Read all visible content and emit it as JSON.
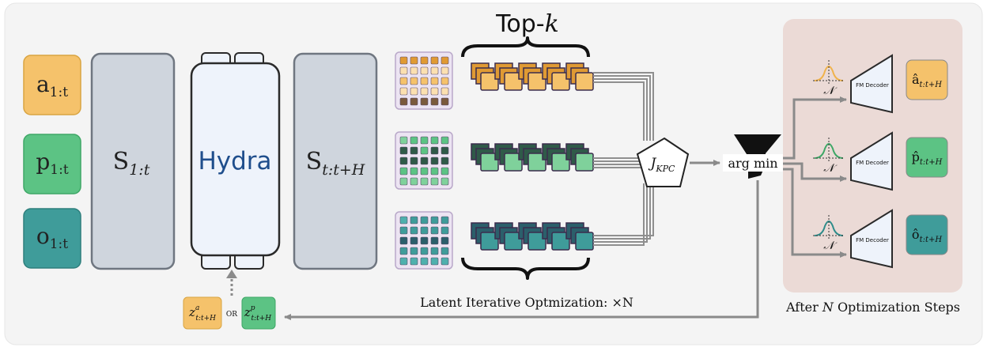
{
  "inputs": [
    {
      "base": "a",
      "sub": "1:t",
      "fill": "#f5c26b",
      "stroke": "#d9a441"
    },
    {
      "base": "p",
      "sub": "1:t",
      "fill": "#5cc384",
      "stroke": "#3ea766"
    },
    {
      "base": "o",
      "sub": "1:t",
      "fill": "#3f9c9a",
      "stroke": "#2e7f7d"
    }
  ],
  "state_in": {
    "base": "S",
    "sub": "1:t"
  },
  "hydra": {
    "label": "Hydra",
    "color": "#1f4e8c"
  },
  "state_out": {
    "base": "S",
    "sub": "t:t+H"
  },
  "topk": {
    "text": "Top-",
    "var": "k"
  },
  "objective": {
    "base": "J",
    "sub": "KPC"
  },
  "argmin": "arg min",
  "decoder_label": "FM Decoder",
  "noise_symbol": "𝒩",
  "outputs": [
    {
      "base": "â",
      "sub": "t:t+H",
      "fill": "#f5c26b",
      "curve": "#f0b24a"
    },
    {
      "base": "p̂",
      "sub": "t:t+H",
      "fill": "#5cc384",
      "curve": "#3ea766"
    },
    {
      "base": "ô",
      "sub": "t:t+H",
      "fill": "#3f9c9a",
      "curve": "#2e8c8a"
    }
  ],
  "loop_label": "Latent Iterative Optmization: ×N",
  "after_label": {
    "pre": "After",
    "var": "N",
    "post": "Optimization Steps"
  },
  "latent_a": {
    "base": "z",
    "sup": "a",
    "sub": "t:t+H"
  },
  "or_text": "OR",
  "latent_p": {
    "base": "z",
    "sup": "p",
    "sub": "t:t+H"
  },
  "colors": {
    "orange_dark": "#b5761c",
    "orange_mid": "#e09a33",
    "orange_light": "#f5c26b",
    "orange_pale": "#fbe0b0",
    "brown": "#7a5a3c",
    "green_dark": "#2f5a48",
    "green_mid": "#5cc384",
    "green_light": "#7fd19b",
    "teal_dark": "#2b5f6b",
    "teal_mid": "#3f9c9a",
    "teal_light": "#4fb0ad",
    "panel": "#ebdad6",
    "gray_box": "#cfd5dd",
    "hydra_fill": "#eef3fb"
  }
}
